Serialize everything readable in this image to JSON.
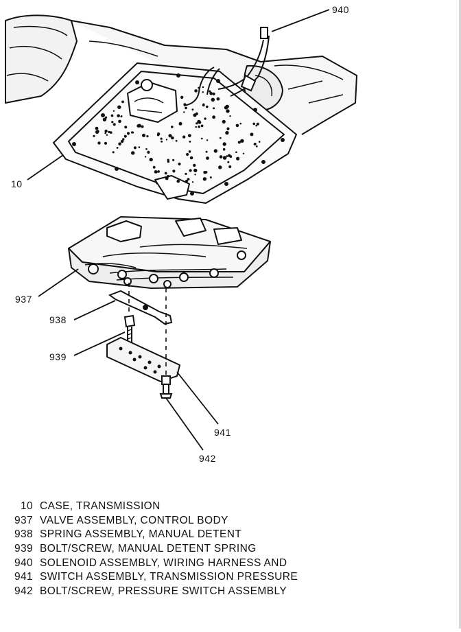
{
  "callouts": {
    "c940": "940",
    "c10": "10",
    "c937": "937",
    "c938": "938",
    "c939": "939",
    "c941": "941",
    "c942": "942"
  },
  "legend": [
    {
      "num": "10",
      "text": "CASE, TRANSMISSION"
    },
    {
      "num": "937",
      "text": "VALVE ASSEMBLY, CONTROL BODY"
    },
    {
      "num": "938",
      "text": "SPRING ASSEMBLY, MANUAL DETENT"
    },
    {
      "num": "939",
      "text": "BOLT/SCREW, MANUAL DETENT SPRING"
    },
    {
      "num": "940",
      "text": "SOLENOID ASSEMBLY, WIRING HARNESS AND"
    },
    {
      "num": "941",
      "text": "SWITCH ASSEMBLY, TRANSMISSION PRESSURE"
    },
    {
      "num": "942",
      "text": "BOLT/SCREW, PRESSURE SWITCH ASSEMBLY"
    }
  ]
}
